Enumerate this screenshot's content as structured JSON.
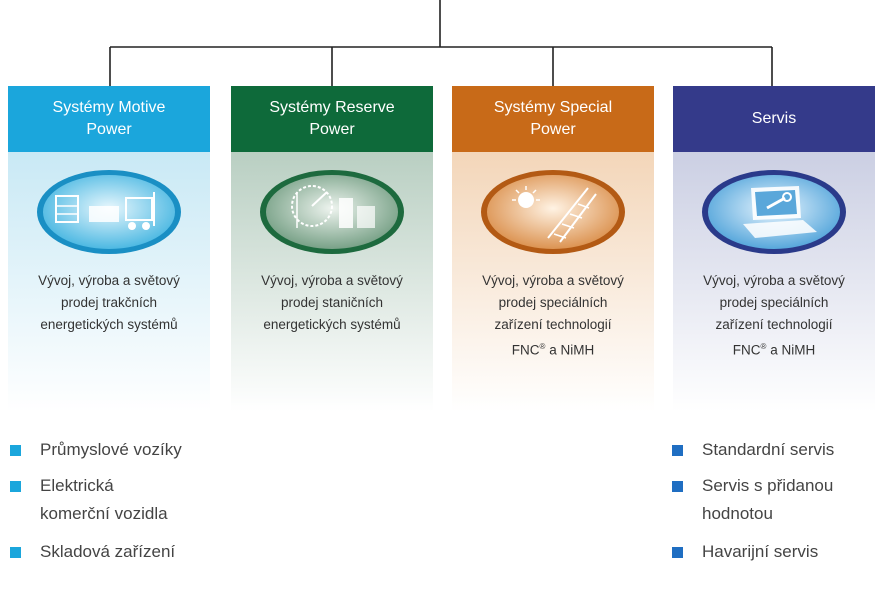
{
  "columns": [
    {
      "id": "motive",
      "title_line1": "Systémy Motive",
      "title_line2": "Power",
      "desc": [
        "Vývoj, výroba a světový",
        "prodej trakčních",
        "energetických systémů"
      ],
      "sup_line": null
    },
    {
      "id": "reserve",
      "title_line1": "Systémy Reserve",
      "title_line2": "Power",
      "desc": [
        "Vývoj, výroba a světový",
        "prodej staničních",
        "energetických systémů"
      ],
      "sup_line": null
    },
    {
      "id": "special",
      "title_line1": "Systémy Special",
      "title_line2": "Power",
      "desc": [
        "Vývoj, výroba a světový",
        "prodej speciálních",
        "zařízení technologií"
      ],
      "sup_line": {
        "pre": "FNC",
        "sup": "®",
        "post": " a NiMH"
      }
    },
    {
      "id": "servis",
      "title_line1": "Servis",
      "title_line2": "",
      "desc": [
        "Vývoj, výroba a světový",
        "prodej speciálních",
        "zařízení technologií"
      ],
      "sup_line": {
        "pre": "FNC",
        "sup": "®",
        "post": " a NiMH"
      }
    }
  ],
  "left_bullets": [
    "Průmyslové vozíky",
    "Elektrická",
    "komerční vozidla",
    "Skladová zařízení"
  ],
  "right_bullets": [
    "Standardní servis",
    "Servis s přidanou",
    "hodnotou",
    "Havarijní servis"
  ],
  "colors": {
    "motive": "#1ba6dc",
    "reserve": "#0e6a3a",
    "special": "#c86a18",
    "servis": "#343a8a",
    "connector": "#222222"
  },
  "icons": [
    "forklift-warehouse-icon",
    "power-station-icon",
    "sun-railway-icon",
    "laptop-wrench-icon"
  ]
}
